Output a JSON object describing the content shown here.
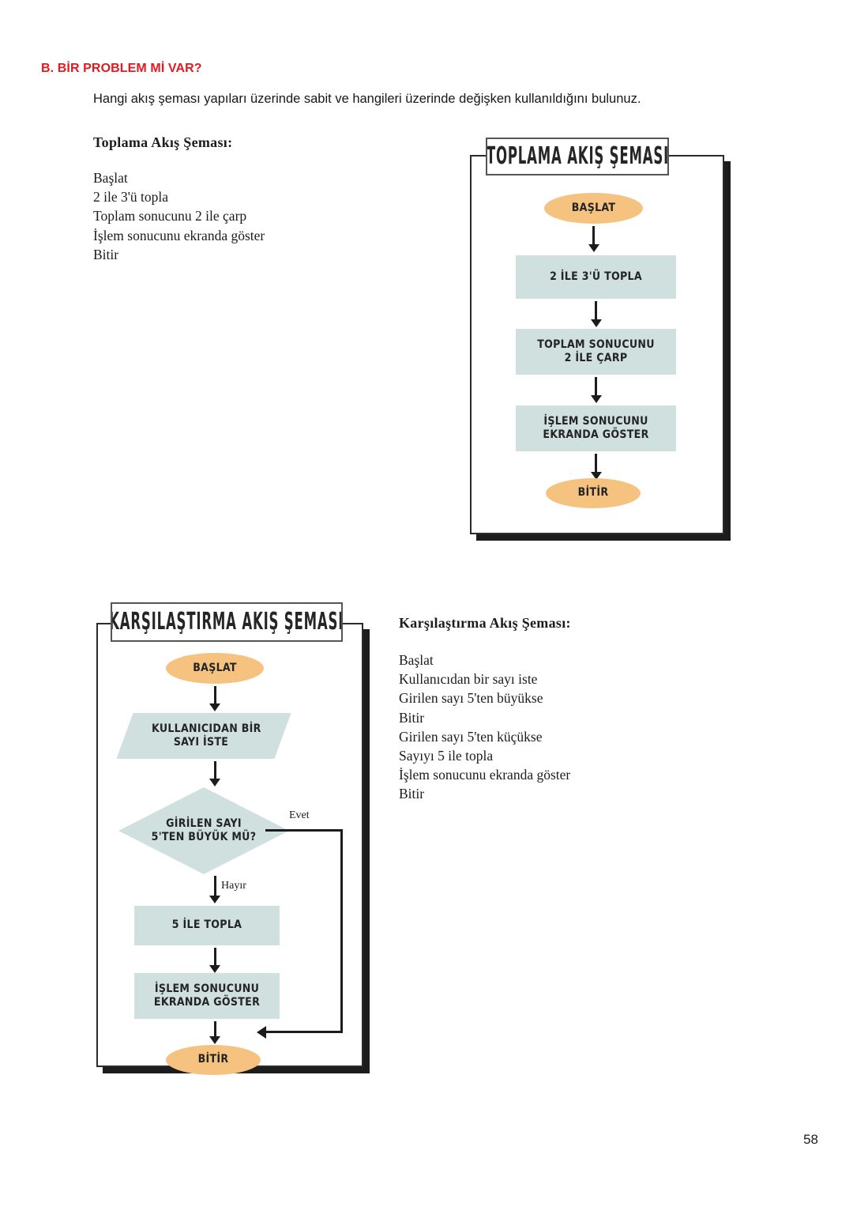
{
  "page": {
    "heading": "B. BİR PROBLEM Mİ VAR?",
    "intro": "Hangi akış şeması yapıları üzerinde sabit ve hangileri üzerinde değişken kullanıldığını bulunuz.",
    "page_number": "58",
    "heading_color": "#e01b22"
  },
  "colors": {
    "terminal_fill": "#f5c37f",
    "process_fill": "#cfe0df",
    "frame_border": "#2b2b2b",
    "frame_shadow": "#1d1d1d",
    "arrow": "#1c1c1c"
  },
  "toplama_code": {
    "title": "Toplama Akış Şeması:",
    "lines": [
      "Başlat",
      "2 ile 3'ü topla",
      "Toplam sonucunu 2 ile çarp",
      "İşlem sonucunu ekranda göster",
      "Bitir"
    ]
  },
  "karsilastirma_code": {
    "title": "Karşılaştırma Akış Şeması:",
    "lines": [
      "Başlat",
      "Kullanıcıdan bir sayı iste",
      "Girilen sayı 5'ten büyükse",
      "Bitir",
      "Girilen sayı 5'ten küçükse",
      "Sayıyı 5 ile topla",
      "İşlem sonucunu ekranda göster",
      "Bitir"
    ]
  },
  "chart_data": [
    {
      "type": "diagram",
      "id": "toplama-flowchart",
      "title": "TOPLAMA AKIŞ ŞEMASI",
      "nodes": [
        {
          "id": "n1",
          "shape": "terminal",
          "label": "BAŞLAT"
        },
        {
          "id": "n2",
          "shape": "process",
          "label": "2 İLE 3'Ü TOPLA"
        },
        {
          "id": "n3",
          "shape": "process",
          "label": "TOPLAM SONUCUNU\n2 İLE ÇARP",
          "line1": "TOPLAM SONUCUNU",
          "line2": "2 İLE ÇARP"
        },
        {
          "id": "n4",
          "shape": "process",
          "label": "İŞLEM SONUCUNU\nEKRANDA GÖSTER",
          "line1": "İŞLEM SONUCUNU",
          "line2": "EKRANDA GÖSTER"
        },
        {
          "id": "n5",
          "shape": "terminal",
          "label": "BİTİR"
        }
      ],
      "edges": [
        {
          "from": "n1",
          "to": "n2",
          "label": ""
        },
        {
          "from": "n2",
          "to": "n3",
          "label": ""
        },
        {
          "from": "n3",
          "to": "n4",
          "label": ""
        },
        {
          "from": "n4",
          "to": "n5",
          "label": ""
        }
      ]
    },
    {
      "type": "diagram",
      "id": "karsilastirma-flowchart",
      "title": "KARŞILAŞTIRMA AKIŞ ŞEMASI",
      "nodes": [
        {
          "id": "m1",
          "shape": "terminal",
          "label": "BAŞLAT"
        },
        {
          "id": "m2",
          "shape": "io",
          "label": "KULLANICIDAN BİR\nSAYI İSTE",
          "line1": "KULLANICIDAN BİR",
          "line2": "SAYI İSTE"
        },
        {
          "id": "m3",
          "shape": "decision",
          "label": "GİRİLEN SAYI\n5'TEN BÜYÜK MÜ?",
          "line1": "GİRİLEN SAYI",
          "line2": "5'TEN BÜYÜK MÜ?"
        },
        {
          "id": "m4",
          "shape": "process",
          "label": "5 İLE TOPLA"
        },
        {
          "id": "m5",
          "shape": "process",
          "label": "İŞLEM SONUCUNU\nEKRANDA GÖSTER",
          "line1": "İŞLEM SONUCUNU",
          "line2": "EKRANDA GÖSTER"
        },
        {
          "id": "m6",
          "shape": "terminal",
          "label": "BİTİR"
        }
      ],
      "edges": [
        {
          "from": "m1",
          "to": "m2",
          "label": ""
        },
        {
          "from": "m2",
          "to": "m3",
          "label": ""
        },
        {
          "from": "m3",
          "to": "m4",
          "label": "Hayır"
        },
        {
          "from": "m3",
          "to": "m6",
          "label": "Evet"
        },
        {
          "from": "m4",
          "to": "m5",
          "label": ""
        },
        {
          "from": "m5",
          "to": "m6",
          "label": ""
        }
      ]
    }
  ]
}
